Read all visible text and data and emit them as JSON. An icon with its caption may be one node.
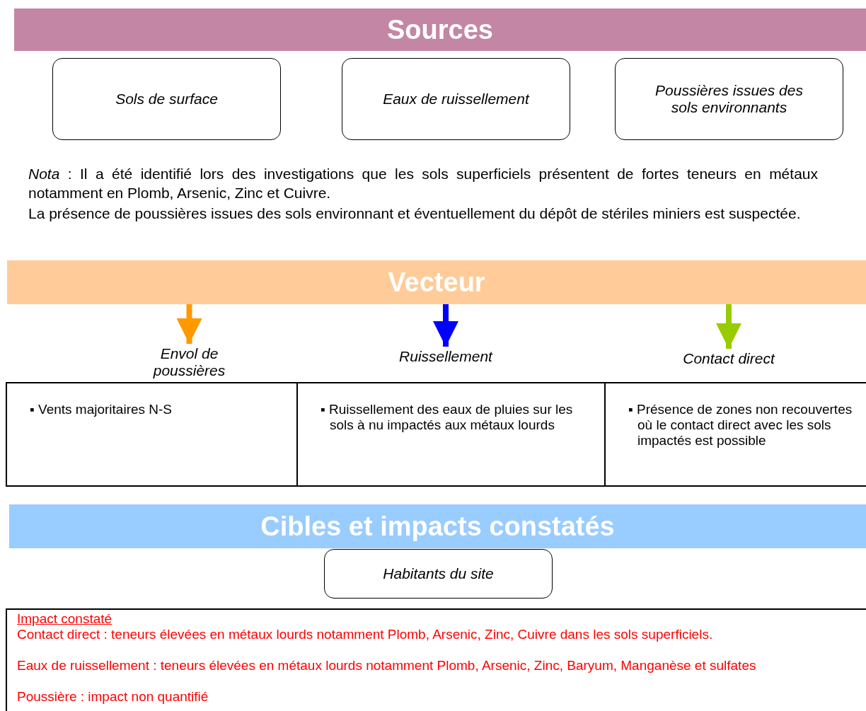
{
  "diagram": {
    "nodes": [
      {
        "text": [
          "Sources"
        ]
      },
      {
        "text": [
          "Sols de surface"
        ]
      },
      {
        "text": [
          "Eaux de ruissellement"
        ]
      },
      {
        "text": [
          "Poussières issues des sols environnants"
        ]
      },
      {
        "text": [
          "Vecteur"
        ]
      },
      {
        "text": [
          "Envol de poussières"
        ]
      },
      {
        "text": [
          "Ruissellement"
        ]
      },
      {
        "text": [
          "Contact direct"
        ]
      },
      {
        "text": [
          "▪ Vents majoritaires N-S"
        ]
      },
      {
        "text": [
          "▪ Ruissellement des eaux de pluies sur les sols à nu impactés aux métaux lourds"
        ]
      },
      {
        "text": [
          "▪ Présence de zones non recouvertes où le contact direct avec les sols impactés est possible"
        ]
      },
      {
        "text": [
          "Cibles et impacts constatés"
        ]
      },
      {
        "text": [
          "Habitants du site"
        ]
      },
      {
        "text": [
          "Impact constaté",
          "Contact direct : teneurs élevées en métaux lourds notamment Plomb, Arsenic, Zinc, Cuivre dans les sols superficiels.",
          "Eaux de ruissellement : teneurs élevées en métaux lourds notamment Plomb, Arsenic, Zinc, Baryum, Manganèse et sulfates",
          "Poussière : impact non quantifié"
        ]
      }
    ],
    "edges": [
      {
        "from": 4,
        "to": 5,
        "arrow": "to",
        "color": "#ff9900"
      },
      {
        "from": 4,
        "to": 6,
        "arrow": "to",
        "color": "#0000ff"
      },
      {
        "from": 4,
        "to": 7,
        "arrow": "to",
        "color": "#99cc00"
      }
    ],
    "labels": [
      "*Nota* : Il a été identifié lors des investigations que les sols superficiels présentent de fortes teneurs en métaux notamment en Plomb, Arsenic, Zinc et Cuivre.",
      "La présence de poussières issues des sols environnant et éventuellement du dépôt de stériles miniers est suspectée."
    ]
  }
}
